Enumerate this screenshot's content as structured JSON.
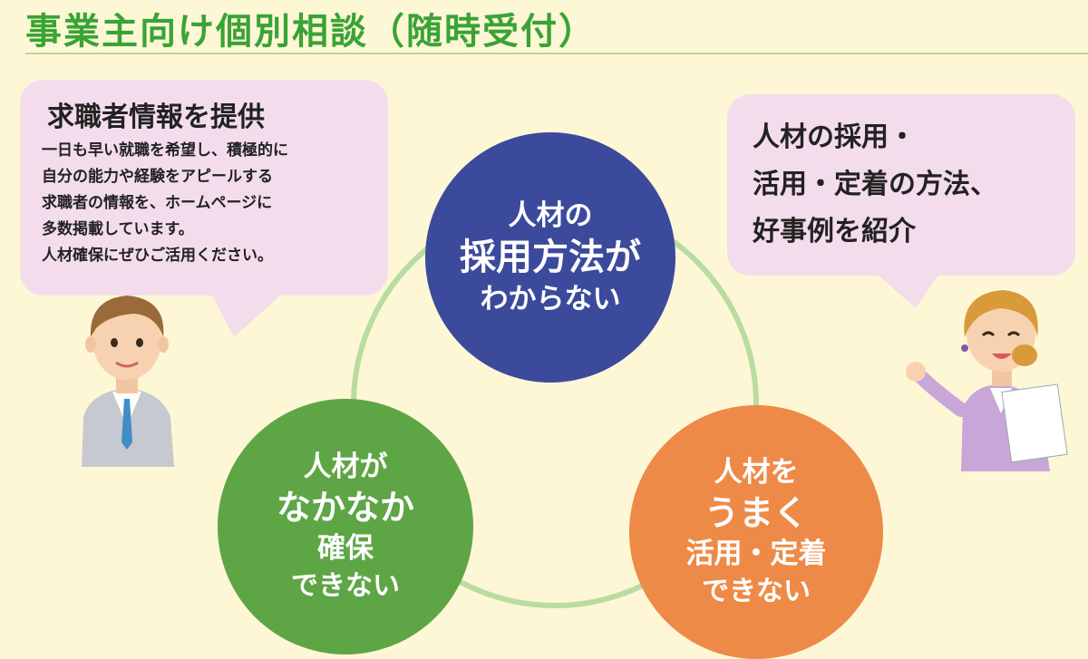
{
  "title": "事業主向け個別相談（随時受付）",
  "left_bubble": {
    "title": "求職者情報を提供",
    "lines": [
      "一日も早い就職を希望し、積極的に",
      "自分の能力や経験をアピールする",
      "求職者の情報を、ホームページに",
      "多数掲載しています。",
      "人材確保にぜひご活用ください。"
    ]
  },
  "right_bubble": {
    "lines": [
      "人材の採用・",
      "活用・定着の方法、",
      "好事例を紹介"
    ]
  },
  "circles": {
    "blue": {
      "line1": "人材の",
      "line2": "採用方法が",
      "line3": "わからない"
    },
    "green": {
      "line1": "人材が",
      "line2": "なかなか",
      "line3": "確保",
      "line4": "できない"
    },
    "orange": {
      "line1": "人材を",
      "line2": "うまく",
      "line3": "活用・定着",
      "line4": "できない"
    }
  },
  "colors": {
    "title_green": "#3aa335",
    "background": "#fdf7d6",
    "bubble_pink": "#f3dcec",
    "circle_blue": "#3c4a9c",
    "circle_green": "#5ea546",
    "circle_orange": "#ee8a47",
    "ring": "#b9dca0"
  }
}
